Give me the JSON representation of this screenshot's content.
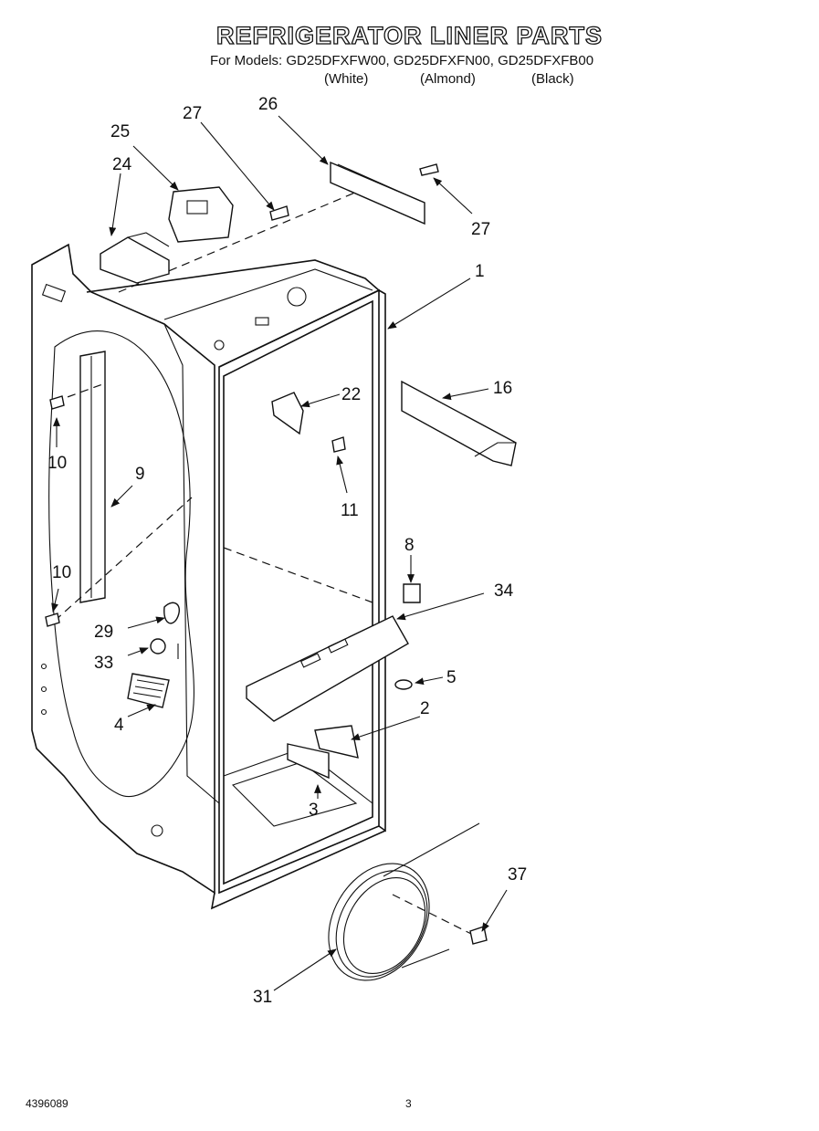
{
  "header": {
    "title": "REFRIGERATOR LINER PARTS",
    "models_line": "For Models: GD25DFXFW00, GD25DFXFN00, GD25DFXFB00",
    "color_white": "(White)",
    "color_almond": "(Almond)",
    "color_black": "(Black)"
  },
  "callouts": {
    "c1": "1",
    "c2": "2",
    "c3": "3",
    "c4": "4",
    "c5": "5",
    "c8": "8",
    "c9": "9",
    "c10a": "10",
    "c10b": "10",
    "c11": "11",
    "c16": "16",
    "c22": "22",
    "c24": "24",
    "c25": "25",
    "c26": "26",
    "c27a": "27",
    "c27b": "27",
    "c29": "29",
    "c31": "31",
    "c33": "33",
    "c34": "34",
    "c37": "37"
  },
  "footer": {
    "doc_number": "4396089",
    "page_number": "3"
  }
}
